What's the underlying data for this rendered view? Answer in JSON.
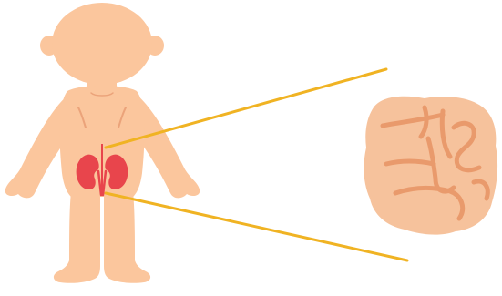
{
  "illustration": {
    "colors": {
      "skin": "#fbc69d",
      "skin_outline": "#eba37a",
      "kidney": "#e8454c",
      "kidney_highlight": "#f17a7f",
      "ureter": "#e8454c",
      "leader_line": "#f0b323",
      "magnified_bg": "#f6c29c",
      "magnified_lines": "#e99a6c",
      "background": "#ffffff"
    },
    "parts": {
      "figure": "child-back-view",
      "organ": "kidneys",
      "magnified_region": "circular-detail"
    }
  }
}
